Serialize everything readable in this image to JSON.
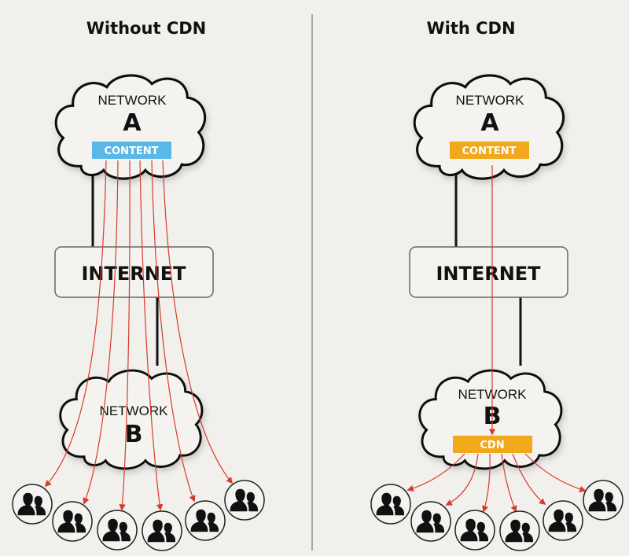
{
  "panels": [
    {
      "title": "Without CDN",
      "network_a": {
        "label": "NETWORK",
        "letter": "A",
        "content_label": "CONTENT",
        "content_color": "#5ab8e6"
      },
      "internet_label": "INTERNET",
      "network_b": {
        "label": "NETWORK",
        "letter": "B"
      },
      "user_groups": 6,
      "flow": "direct from Network A content to each user group (6 paths)"
    },
    {
      "title": "With CDN",
      "network_a": {
        "label": "NETWORK",
        "letter": "A",
        "content_label": "CONTENT",
        "content_color": "#f2a81d"
      },
      "internet_label": "INTERNET",
      "network_b": {
        "label": "NETWORK",
        "letter": "B",
        "cdn_label": "CDN",
        "cdn_color": "#f2a81d"
      },
      "user_groups": 6,
      "flow": "single path from Network A content to CDN in Network B, then fan-out to 6 user groups"
    }
  ],
  "colors": {
    "background": "#f1f0ed",
    "arrow": "#d93a2b",
    "outline": "#111111"
  }
}
